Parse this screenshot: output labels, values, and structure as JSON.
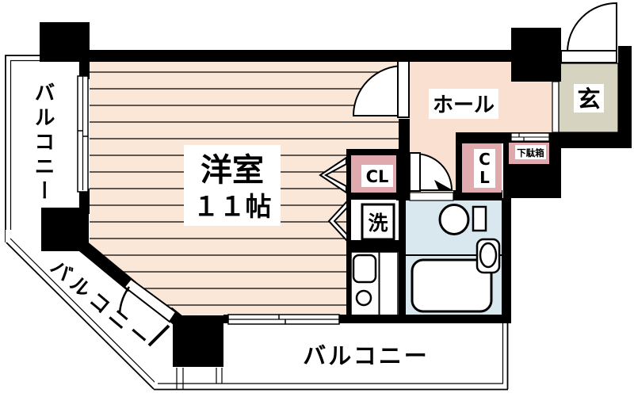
{
  "floorplan": {
    "rooms": {
      "main_room": {
        "label_line1": "洋室",
        "label_line2": "１１帖"
      },
      "hall": {
        "label": "ホール"
      },
      "entrance": {
        "label": "玄"
      },
      "closet_left": {
        "label": "CL"
      },
      "closet_right": {
        "label_line1": "C",
        "label_line2": "L"
      },
      "laundry": {
        "label": "洗"
      },
      "shoe_cabinet": {
        "label": "下駄箱"
      },
      "balcony_left": {
        "label": "バルコニー"
      },
      "balcony_diagonal": {
        "label": "バルコニー"
      },
      "balcony_bottom": {
        "label": "バルコニー"
      }
    },
    "colors": {
      "flooring": "#FBE7D8",
      "hall": "#F9E0D0",
      "closet": "#DFA9AE",
      "shoe_cabinet": "#DFA9AE",
      "bathroom": "#D9E8EE",
      "entrance": "#D6D3C1",
      "wall": "#000000",
      "outline": "#1A1A1A"
    }
  }
}
